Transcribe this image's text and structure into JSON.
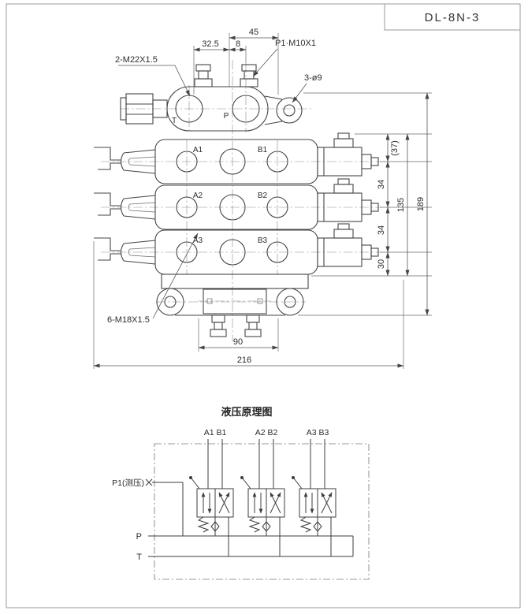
{
  "title_block": {
    "model": "DL-8N-3"
  },
  "colors": {
    "ink": "#454545",
    "frame": "#9a9a9a",
    "background": "#ffffff"
  },
  "drawing": {
    "dims": {
      "d45": "45",
      "d32_5": "32.5",
      "d8": "8",
      "p1_port": "P1·M10X1",
      "tp_thread": "2-M22X1.5",
      "mount_holes": "3-ø9",
      "d37": "(37)",
      "d34a": "34",
      "d34b": "34",
      "d30": "30",
      "d135": "135",
      "d189": "189",
      "d90": "90",
      "d216": "216",
      "work_thread": "6-M18X1.5"
    },
    "ports": {
      "t": "T",
      "p": "P",
      "a1": "A1",
      "b1": "B1",
      "a2": "A2",
      "b2": "B2",
      "a3": "A3",
      "b3": "B3"
    }
  },
  "schematic": {
    "title": "液压原理图",
    "groups": [
      "A1 B1",
      "A2 B2",
      "A3 B3"
    ],
    "p1_label": "P1(测压)",
    "p_label": "P",
    "t_label": "T"
  }
}
